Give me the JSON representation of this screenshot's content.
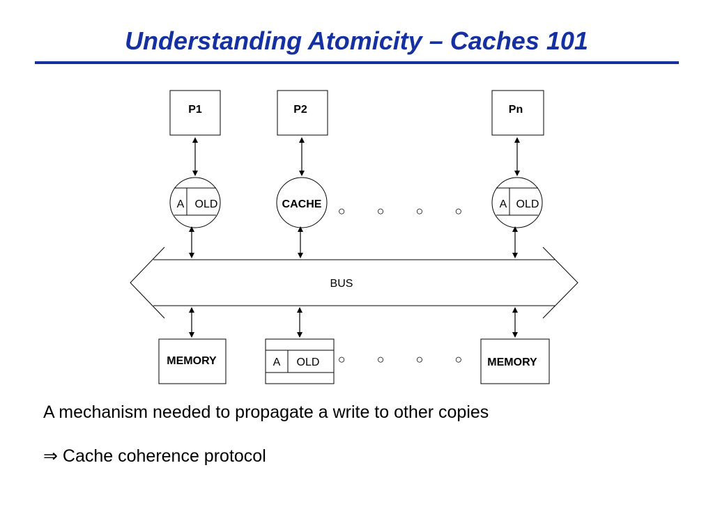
{
  "slide": {
    "title": "Understanding Atomicity – Caches 101",
    "line1": "A mechanism needed to propagate a write to other copies",
    "line2_arrow": "⇒",
    "line2_text": "Cache coherence protocol"
  },
  "diagram": {
    "processors": [
      "P1",
      "P2",
      "Pn"
    ],
    "caches": [
      {
        "type": "entry",
        "addr": "A",
        "value": "OLD"
      },
      {
        "type": "label",
        "label": "CACHE"
      },
      {
        "type": "entry",
        "addr": "A",
        "value": "OLD"
      }
    ],
    "bus_label": "BUS",
    "memories": [
      {
        "type": "label",
        "label": "MEMORY"
      },
      {
        "type": "entry",
        "addr": "A",
        "value": "OLD"
      },
      {
        "type": "label",
        "label": "MEMORY"
      }
    ],
    "ellipsis_top": "○ ○ ○ ○",
    "ellipsis_bottom": "○ ○ ○ ○"
  }
}
